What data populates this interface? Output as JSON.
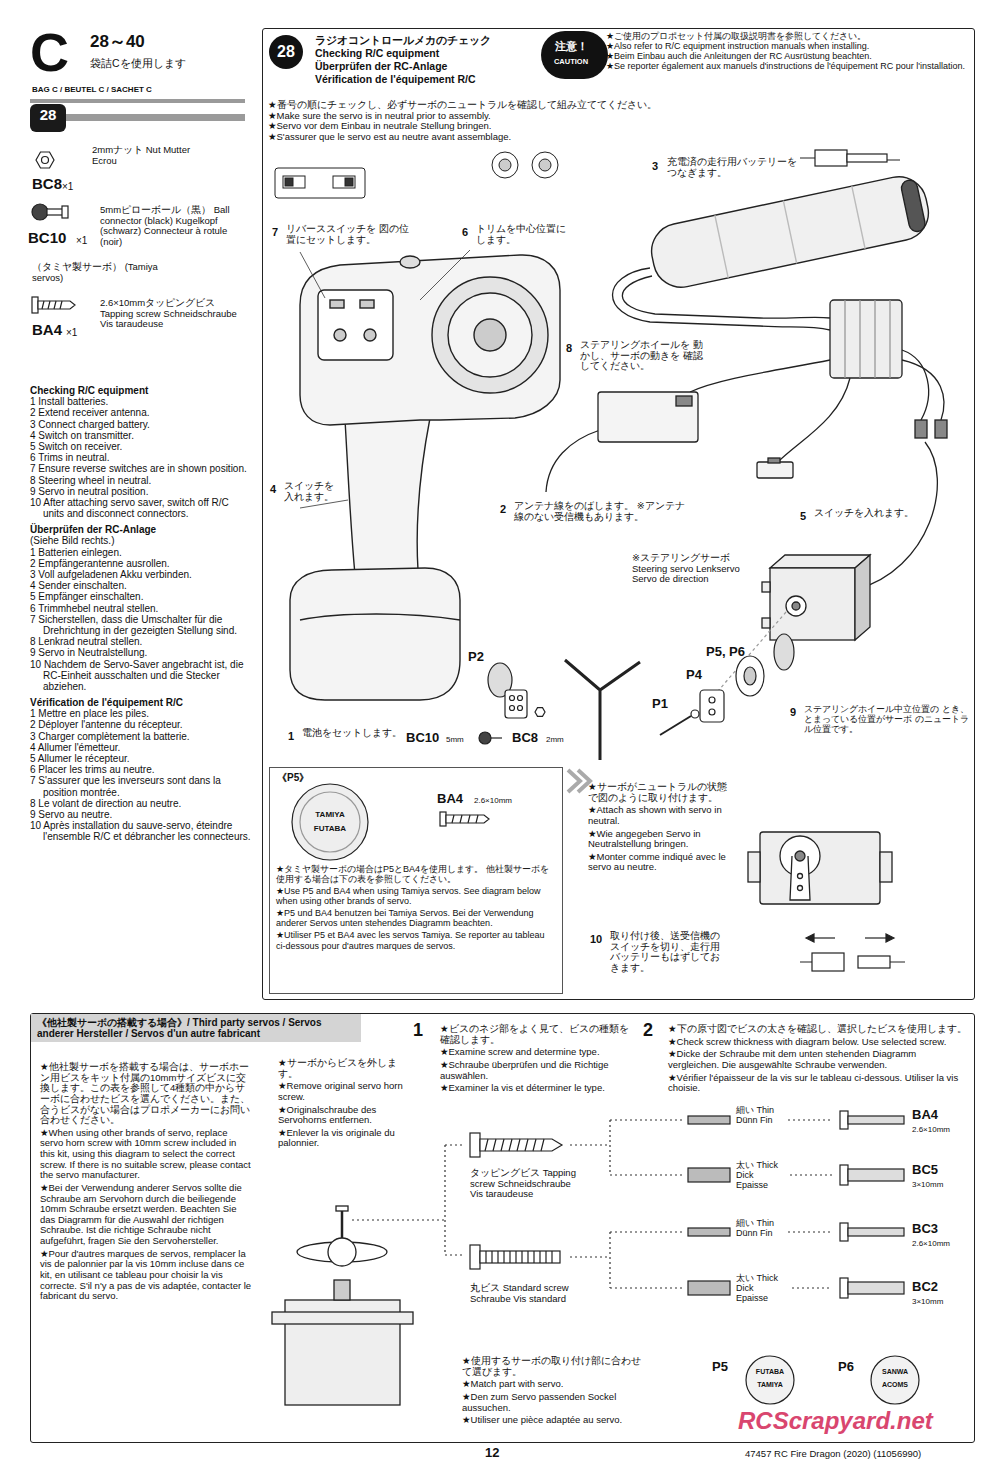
{
  "diagram": {
    "nodes": [
      {
        "text": [
          "C",
          "28～40",
          "袋詰Cを使用します",
          "BAG C / BEUTEL C / SACHET C"
        ]
      },
      {
        "text": [
          "28",
          "ラジオコントロールメカのチェック",
          "Checking R/C equipment",
          "Überprüfen der RC-Anlage",
          "Vérification de l'équipement R/C"
        ]
      },
      {
        "text": [
          "注意！",
          "CAUTION"
        ],
        "in": 1
      },
      {
        "text": [
          "《P5》"
        ],
        "in": 1
      },
      {
        "text": [
          "《他社製サーボの搭載する場合》/ Third party servos / Servos anderer Hersteller / Servos d'un autre fabricant"
        ]
      }
    ],
    "labels": [
      "28",
      "BC8",
      "×1",
      "2mmナット Nut Mutter Ecrou",
      "BC10",
      "×1",
      "5mmピローボール（黒） Ball connector (black) Kugelkopf (schwarz) Connecteur à rotule (noir)",
      "（タミヤ製サーボ） (Tamiya servos)",
      "BA4",
      "×1",
      "2.6×10mmタッピングビス Tapping screw Schneidschraube Vis taraudeuse",
      "Checking R/C equipment",
      "1 Install batteries.",
      "2 Extend receiver antenna.",
      "3 Connect charged battery.",
      "4 Switch on transmitter.",
      "5 Switch on receiver.",
      "6 Trims in neutral.",
      "7 Ensure reverse switches are in shown position.",
      "8 Steering wheel in neutral.",
      "9 Servo in neutral position.",
      "10 After attaching servo saver, switch off R/C units and disconnect connectors.",
      "Überprüfen der RC-Anlage",
      "(Siehe Bild rechts.)",
      "1 Batterien einlegen.",
      "2 Empfängerantenne ausrollen.",
      "3 Voll aufgeladenen Akku verbinden.",
      "4 Sender einschalten.",
      "5 Empfänger einschalten.",
      "6 Trimmhebel neutral stellen.",
      "7 Sicherstellen, dass die Umschalter für die Drehrichtung in der gezeigten Stellung sind.",
      "8 Lenkrad neutral stellen.",
      "9 Servo in Neutralstellung.",
      "10 Nachdem de Servo-Saver angebracht ist, die RC-Einheit ausschalten und die Stecker abziehen.",
      "Vérification de l'équipement R/C",
      "1 Mettre en place les piles.",
      "2 Déployer l'antenne du récepteur.",
      "3 Charger complètement la batterie.",
      "4 Allumer l'émetteur.",
      "5 Allumer le récepteur.",
      "6 Placer les trims au neutre.",
      "7 S'assurer que les inverseurs sont dans la position montrée.",
      "8 Le volant de direction au neutre.",
      "9 Servo au neutre.",
      "10 Après installation du sauve-servo, éteindre l'ensemble R/C et débrancher les connecteurs.",
      "★ご使用のプロポセット付属の取扱説明書を参照してください。",
      "★Also refer to R/C equipment instruction manuals when installing.",
      "★Beim Einbau auch die Anleitungen der RC Ausrüstung beachten.",
      "★Se reporter également aux manuels d'instructions de l'équipement RC pour l'installation.",
      "★番号の順にチェックし、必ずサーボのニュートラルを確認して組み立ててください。",
      "★Make sure the servo is in neutral prior to assembly.",
      "★Servo vor dem Einbau in neutrale Stellung bringen.",
      "★S'assurer que le servo est au neutre avant assemblage.",
      "3",
      "充電済の走行用バッテリーを つなぎます。",
      "7",
      "リバーススイッチを 図の位置にセットします。",
      "6",
      "トリムを中心位置に します。",
      "8",
      "ステアリングホイールを 動かし、サーボの動きを 確認してください。",
      "4",
      "スイッチを 入れます。",
      "2",
      "アンテナ線をのばします。 ※アンテナ線のない受信機もあります。",
      "5",
      "スイッチを入れます。",
      "※ステアリングサーボ Steering servo Lenkservo Servo de direction",
      "P2",
      "P5, P6",
      "P4",
      "P1",
      "1",
      "電池をセットします。",
      "BC10",
      "5mm",
      "BC8",
      "2mm",
      "9",
      "ステアリングホイール中立位置の とき、とまっている位置がサーボ のニュートラル位置です。",
      "TAMIYA",
      "FUTABA",
      "BA4",
      "2.6×10mm",
      "★タミヤ製サーボの場合はP5とBA4を使用します。 他社製サーボを使用する場合は下の表を参照してください。",
      "★Use P5 and BA4 when using Tamiya servos. See diagram below when using other brands of servo.",
      "★P5 und BA4 benutzen bei Tamiya Servos. Bei der Verwendung anderer Servos unten stehendes Diagramm beachten.",
      "★Utiliser P5 et BA4 avec les servos Tamiya. Se reporter au tableau ci-dessous pour d'autres marques de servos.",
      "★サーボがニュートラルの状態で図のように取り付けます。",
      "★Attach as shown with servo in neutral.",
      "★Wie angegeben Servo in Neutralstellung bringen.",
      "★Monter comme indiqué avec le servo au neutre.",
      "10",
      "取り付け後、送受信機の スイッチを切り、走行用 バッテリーもはずしてお きます。",
      "★他社製サーボを搭載する場合は、サーボホーン用ビスをキット付属の10mmサイズビスに交換します。この表を参照して4種類の中からサーボに合わせたビスを選んでください。また、合うビスがない場合はプロポメーカーにお問い合わせください。",
      "★When using other brands of servo, replace servo horn screw with 10mm screw included in this kit, using this diagram to select the correct screw. If there is no suitable screw, please contact the servo manufacturer.",
      "★Bei der Verwendung anderer Servos sollte die Schraube am Servohorn durch die beiliegende 10mm Schraube ersetzt werden. Beachten Sie das Diagramm für die Auswahl der richtigen Schraube. Ist die richtige Schraube nicht aufgeführt, fragen Sie den Servohersteller.",
      "★Pour d'autres marques de servos, remplacer la vis de palonnier par la vis 10mm incluse dans ce kit, en utilisant ce tableau pour choisir la vis correcte. S'il n'y a pas de vis adaptée, contacter le fabricant du servo.",
      "★サーボからビスを外します。",
      "★Remove original servo horn screw.",
      "★Originalschraube des Servohorns entfernen.",
      "★Enlever la vis originale du palonnier.",
      "1",
      "★ビスのネジ部をよく見て、ビスの種類を確認します。",
      "★Examine screw and determine type.",
      "★Schraube überprüfen und die Richtige auswählen.",
      "★Examiner la vis et déterminer le type.",
      "2",
      "★下の原寸図でビスの太さを確認し、選択したビスを使用します。",
      "★Check screw thickness with diagram below. Use selected screw.",
      "★Dicke der Schraube mit dem unten stehenden Diagramm vergleichen. Die ausgewählte Schraube verwenden.",
      "★Vérifier l'épaisseur de la vis sur le tableau ci-dessous. Utiliser la vis choisie.",
      "タッピングビス Tapping screw Schneidschraube Vis taraudeuse",
      "丸ビス Standard screw Schraube Vis standard",
      "細い Thin Dünn Fin",
      "BA4",
      "2.6×10mm",
      "太い Thick Dick Epaisse",
      "BC5",
      "3×10mm",
      "細い Thin Dünn Fin",
      "BC3",
      "2.6×10mm",
      "太い Thick Dick Epaisse",
      "BC2",
      "3×10mm",
      "★使用するサーボの取り付け部に合わせて選びます。",
      "★Match part with servo.",
      "★Den zum Servo passenden Sockel aussuchen.",
      "★Utiliser une pièce adaptée au servo.",
      "P5",
      "FUTABA",
      "TAMIYA",
      "P6",
      "SANWA",
      "ACOMS",
      "RCScrapyard.net",
      "12",
      "47457 RC Fire Dragon (2020) (11056990)"
    ]
  }
}
